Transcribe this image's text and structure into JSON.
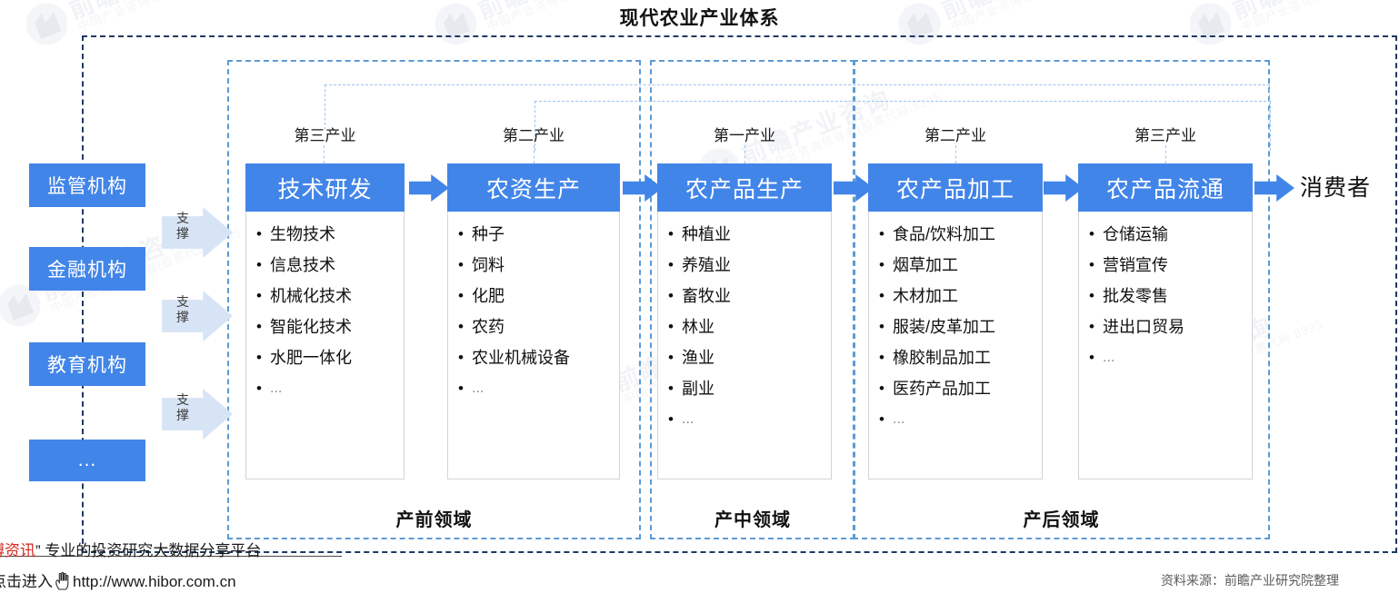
{
  "title": "现代农业产业体系",
  "colors": {
    "accent": "#4285e8",
    "outer_frame": "#1f3864",
    "region_frame": "#5b9bd5",
    "connector": "#9dc3f0",
    "support_arrow": "#d7e4f5"
  },
  "sidebar": {
    "items": [
      {
        "label": "监管机构"
      },
      {
        "label": "金融机构"
      },
      {
        "label": "教育机构"
      },
      {
        "label": "..."
      }
    ],
    "support_arrows": [
      {
        "label": "支撑"
      },
      {
        "label": "支撑"
      },
      {
        "label": "支撑"
      }
    ]
  },
  "columns": [
    {
      "sector": "第三产业",
      "head": "技术研发",
      "items": [
        "生物技术",
        "信息技术",
        "机械化技术",
        "智能化技术",
        "水肥一体化",
        "..."
      ]
    },
    {
      "sector": "第二产业",
      "head": "农资生产",
      "items": [
        "种子",
        "饲料",
        "化肥",
        "农药",
        "农业机械设备",
        "..."
      ]
    },
    {
      "sector": "第一产业",
      "head": "农产品生产",
      "items": [
        "种植业",
        "养殖业",
        "畜牧业",
        "林业",
        "渔业",
        "副业",
        "..."
      ]
    },
    {
      "sector": "第二产业",
      "head": "农产品加工",
      "items": [
        "食品/饮料加工",
        "烟草加工",
        "木材加工",
        "服装/皮革加工",
        "橡胶制品加工",
        "医药产品加工",
        "..."
      ]
    },
    {
      "sector": "第三产业",
      "head": "农产品流通",
      "items": [
        "仓储运输",
        "营销宣传",
        "批发零售",
        "进出口贸易",
        "..."
      ]
    }
  ],
  "consumer": "消费者",
  "regions": [
    {
      "label": "产前领域"
    },
    {
      "label": "产中领域"
    },
    {
      "label": "产后领域"
    }
  ],
  "footer": {
    "brand_red": "博资讯",
    "brand_quote": "”",
    "tagline": "专业的投资研究大数据分享平台",
    "enter_text": "点击进入",
    "url": "http://www.hibor.com.cn"
  },
  "source": "资料来源：前瞻产业研究院整理",
  "watermark": {
    "text": "前瞻产业咨询",
    "sub": "中国产业咨询领导者(股票代码:8395"
  }
}
